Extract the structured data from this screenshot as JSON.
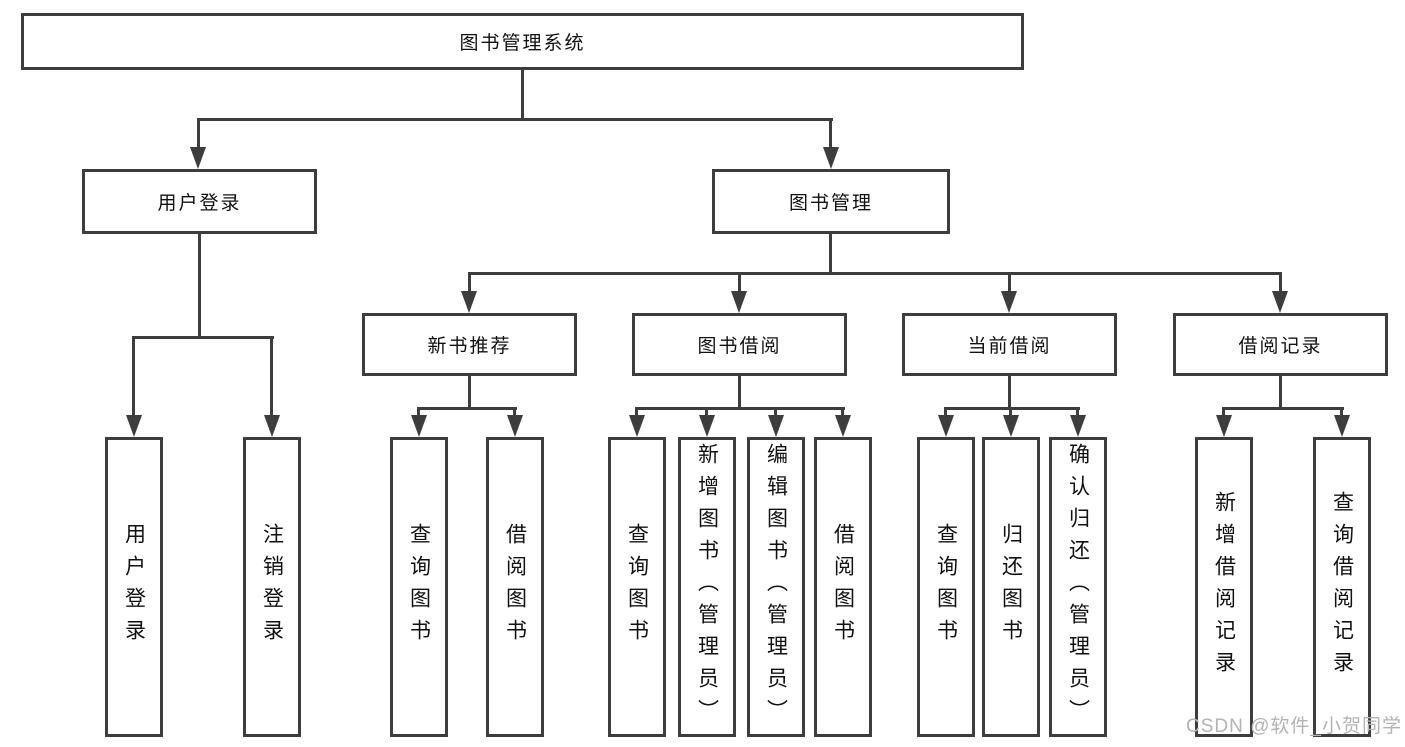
{
  "tree": {
    "root": "图书管理系统",
    "user_login": {
      "label": "用户登录",
      "children": [
        "用户登录",
        "注销登录"
      ]
    },
    "book_mgmt": {
      "label": "图书管理",
      "sections": [
        {
          "label": "新书推荐",
          "children": [
            "查询图书",
            "借阅图书"
          ]
        },
        {
          "label": "图书借阅",
          "children": [
            "查询图书",
            "新增图书（管理员）",
            "编辑图书（管理员）",
            "借阅图书"
          ]
        },
        {
          "label": "当前借阅",
          "children": [
            "查询图书",
            "归还图书",
            "确认归还（管理员）"
          ]
        },
        {
          "label": "借阅记录",
          "children": [
            "新增借阅记录",
            "查询借阅记录"
          ]
        }
      ]
    },
    "watermark": "CSDN @软件_小贺同学"
  },
  "colors": {
    "line": "#3d3d3d",
    "text": "#111111",
    "watermark": "#b3b3b3",
    "background": "#ffffff"
  }
}
